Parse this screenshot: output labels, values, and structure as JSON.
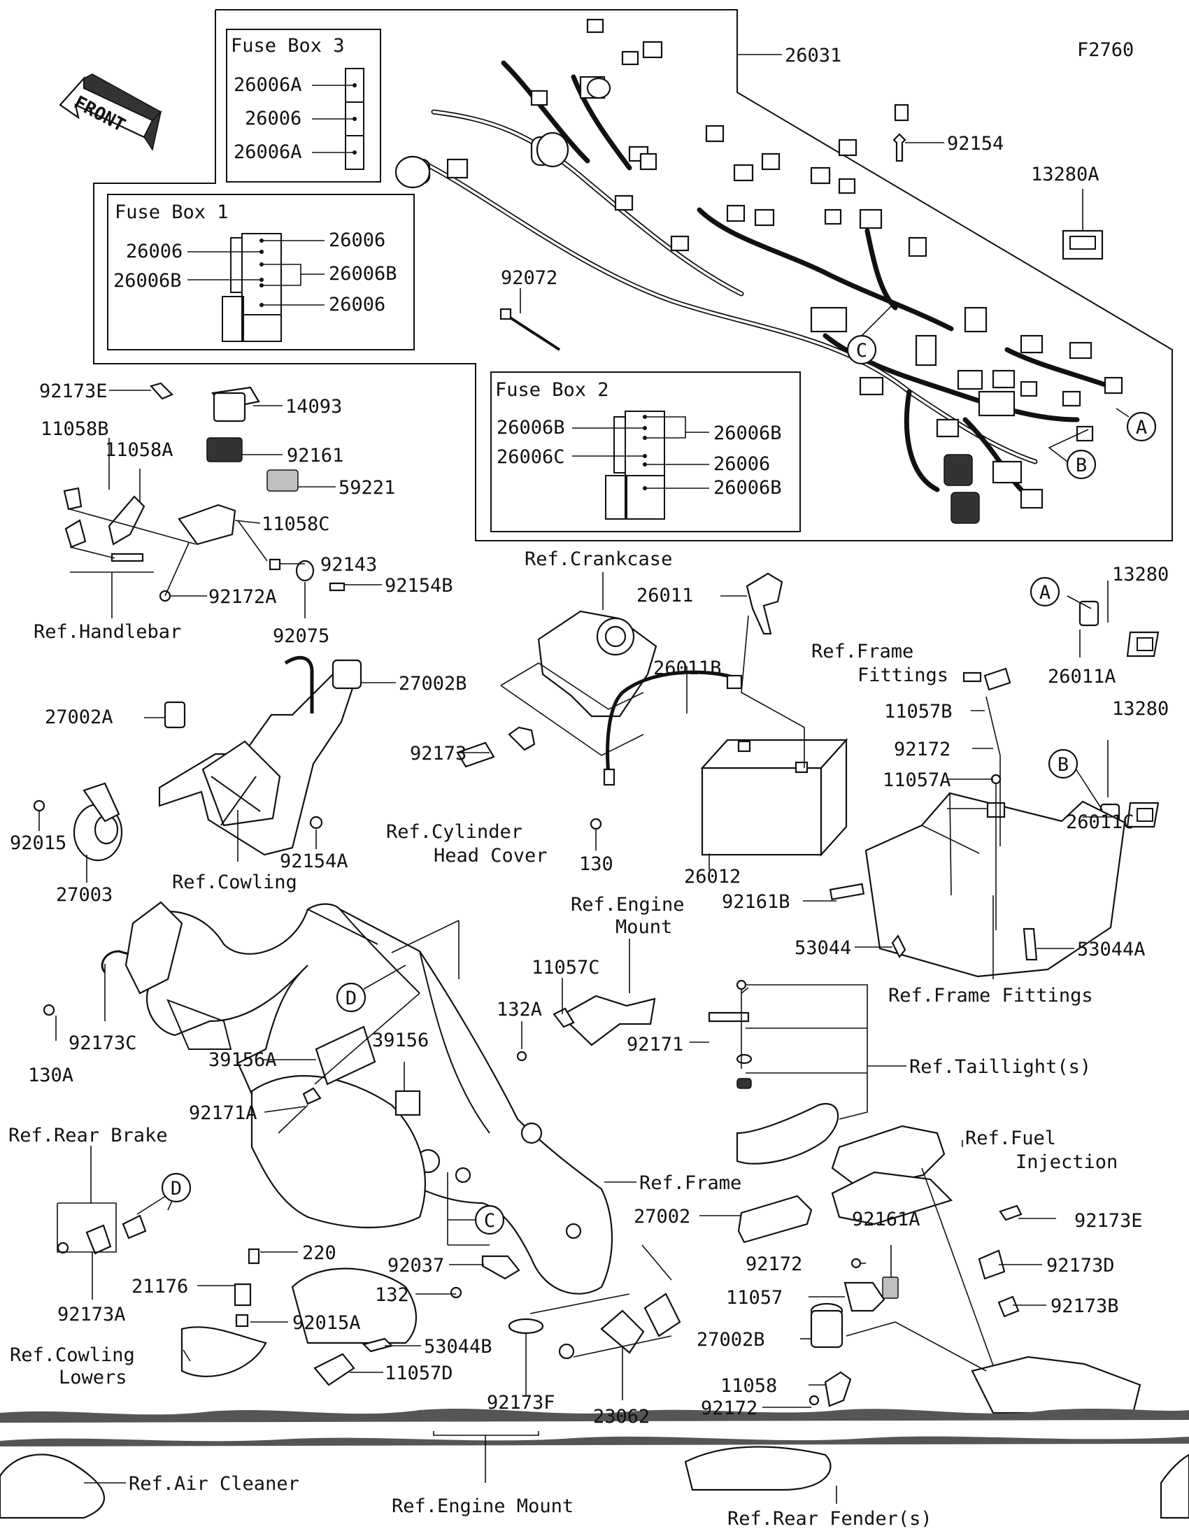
{
  "figure_code": "F2760",
  "front_label": "FRONT",
  "fuse_boxes": [
    {
      "title": "Fuse Box 3",
      "labels": [
        "26006A",
        "26006",
        "26006A"
      ]
    },
    {
      "title": "Fuse Box 1",
      "left_labels": [
        "26006",
        "26006B"
      ],
      "right_labels": [
        "26006",
        "26006B",
        "26006"
      ]
    },
    {
      "title": "Fuse Box 2",
      "left_labels": [
        "26006B",
        "26006C"
      ],
      "right_labels": [
        "26006B",
        "26006",
        "26006B"
      ]
    }
  ],
  "callouts": [
    "A",
    "B",
    "C",
    "D"
  ],
  "part_labels": [
    "26031",
    "92154",
    "13280A",
    "92072",
    "92173E",
    "14093",
    "11058B",
    "11058A",
    "92161",
    "59221",
    "11058C",
    "92143",
    "92154B",
    "92172A",
    "92075",
    "Ref.Handlebar",
    "Ref.Crankcase",
    "26011",
    "13280",
    "26011A",
    "13280",
    "26011C",
    "27002B",
    "27002A",
    "92015",
    "27003",
    "92154A",
    "Ref.Cowling",
    "92173",
    "Ref.Cylinder",
    "Head Cover",
    "26011B",
    "130",
    "26012",
    "Ref.Frame",
    "Fittings",
    "11057B",
    "92172",
    "11057A",
    "92161B",
    "53044",
    "53044A",
    "Ref.Frame Fittings",
    "Ref.Engine",
    "Mount",
    "11057C",
    "132A",
    "92171",
    "Ref.Taillight(s)",
    "130A",
    "92173C",
    "39156A",
    "39156",
    "92171A",
    "Ref.Rear Brake",
    "92173A",
    "Ref.Frame",
    "27002",
    "Ref.Fuel",
    "Injection",
    "92173E",
    "92037",
    "220",
    "21176",
    "92015A",
    "132",
    "Ref.Cowling",
    "Lowers",
    "53044B",
    "11057D",
    "92161A",
    "92172",
    "11057",
    "27002B",
    "11058",
    "92172",
    "92173D",
    "92173B",
    "92173F",
    "23062",
    "Ref.Air Cleaner",
    "Ref.Engine Mount",
    "Ref.Rear Fender(s)"
  ]
}
